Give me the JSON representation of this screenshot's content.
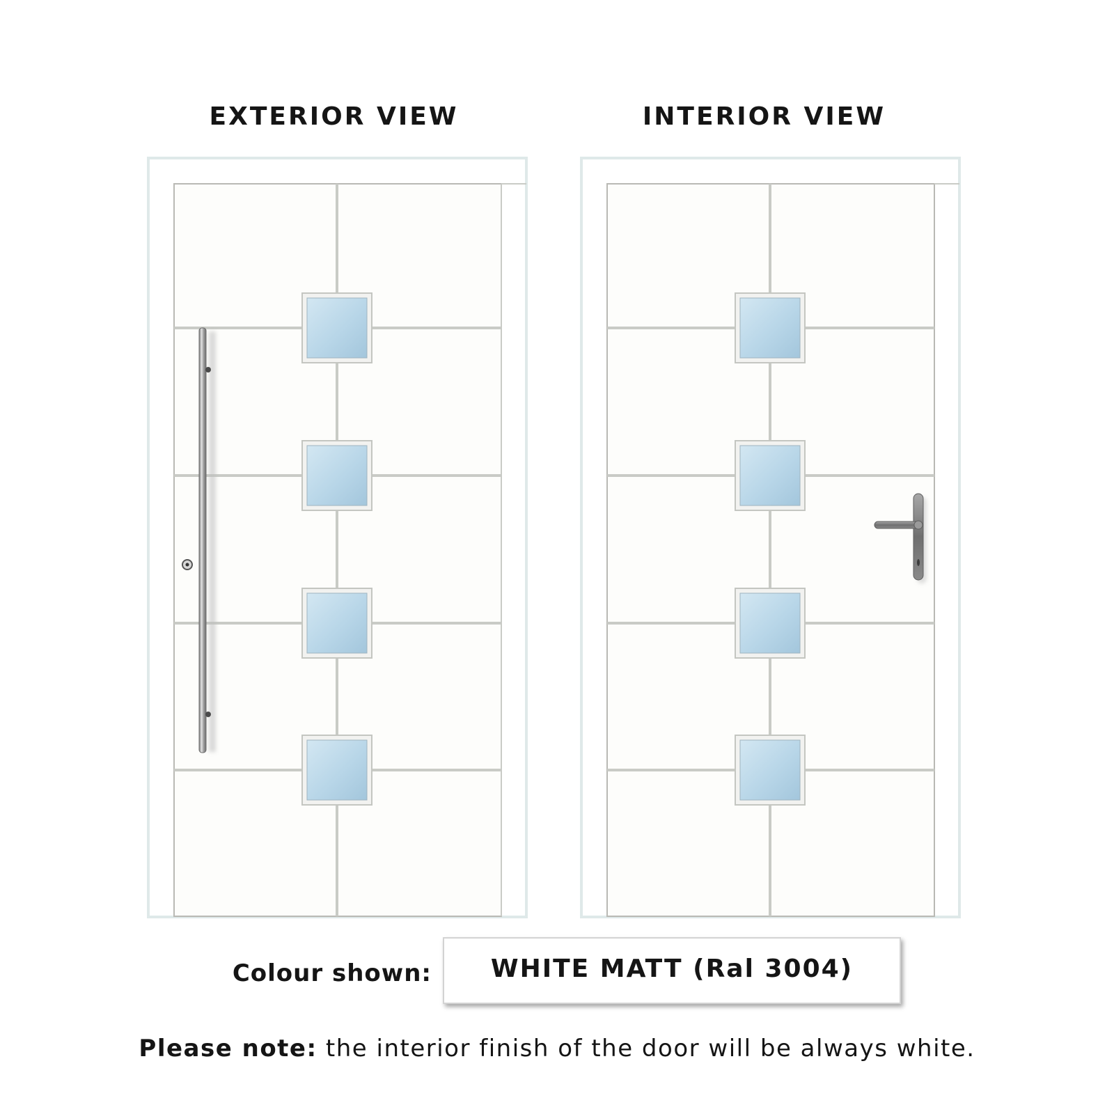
{
  "views": {
    "exterior_title": "EXTERIOR VIEW",
    "interior_title": "INTERIOR VIEW"
  },
  "colour": {
    "label": "Colour shown:",
    "value": "WHITE MATT (Ral 3004)"
  },
  "note": {
    "lead": "Please note:",
    "text": "the interior finish of the door will be always white."
  },
  "colors": {
    "door_face": "#fdfdfb",
    "frame_outline": "#dfe9e9",
    "groove": "#c9cbc6",
    "glass_light": "#c9e1ef",
    "glass_dark": "#a6c9de",
    "handle_steel": "#8c8c8c"
  }
}
